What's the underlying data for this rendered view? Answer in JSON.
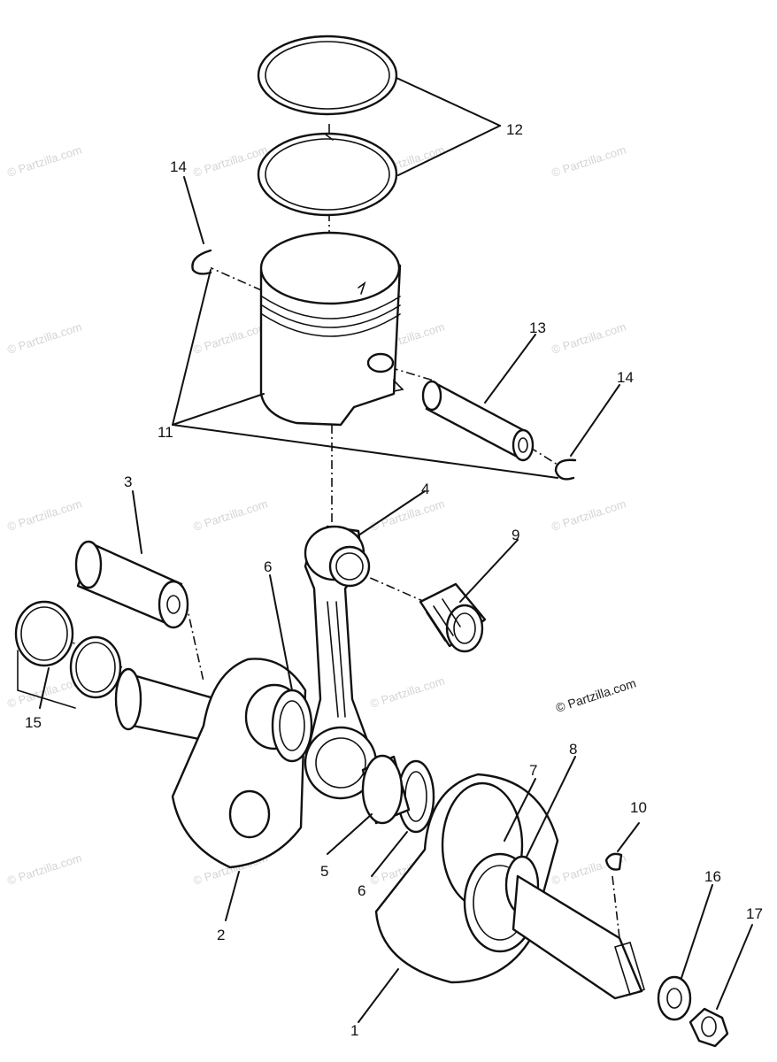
{
  "watermark": "© Partzilla.com",
  "watermark_prominent": "© Partzilla.com",
  "callouts": [
    "1",
    "2",
    "3",
    "4",
    "5",
    "6",
    "6",
    "7",
    "8",
    "9",
    "10",
    "11",
    "12",
    "13",
    "14",
    "14",
    "15",
    "16",
    "17"
  ]
}
